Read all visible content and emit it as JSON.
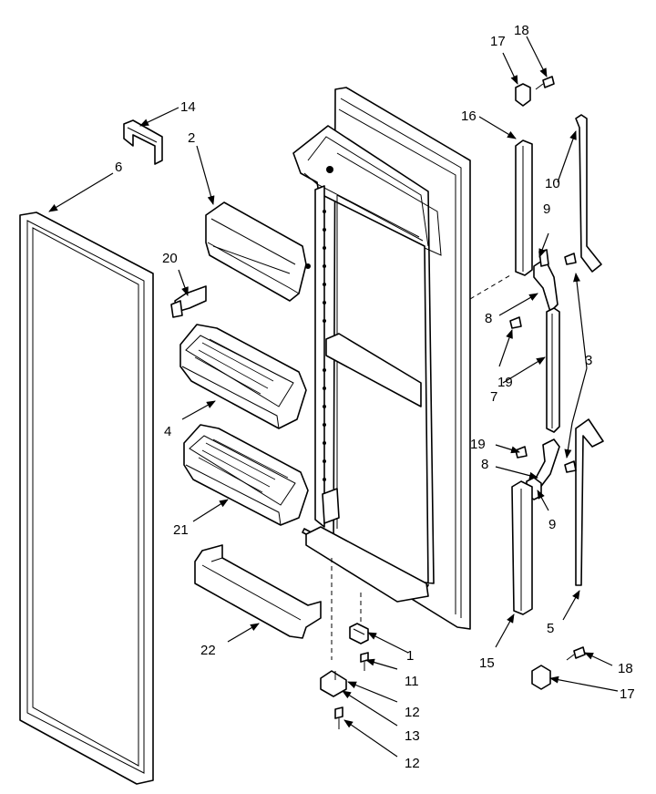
{
  "callouts": {
    "c1": "1",
    "c2": "2",
    "c3": "3",
    "c4": "4",
    "c5": "5",
    "c6": "6",
    "c7": "7",
    "c8a": "8",
    "c8b": "8",
    "c9a": "9",
    "c9b": "9",
    "c10": "10",
    "c11": "11",
    "c12a": "12",
    "c12b": "12",
    "c13": "13",
    "c14": "14",
    "c15": "15",
    "c16": "16",
    "c17a": "17",
    "c17b": "17",
    "c18a": "18",
    "c18b": "18",
    "c19a": "19",
    "c19b": "19",
    "c20": "20",
    "c21": "21",
    "c22": "22"
  }
}
